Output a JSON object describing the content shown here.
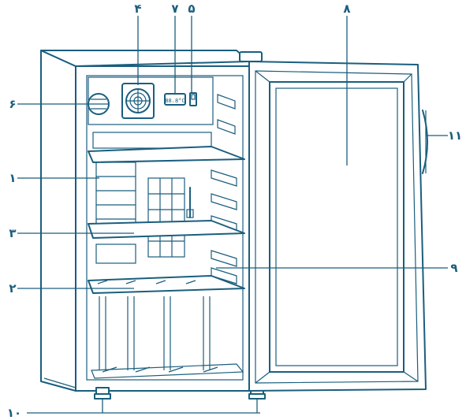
{
  "labels": {
    "c1": "١",
    "c2": "٢",
    "c3": "٣",
    "c4": "۴",
    "c5": "۵",
    "c6": "۶",
    "c7": "٧",
    "c8": "٨",
    "c9": "٩",
    "c10": "١٠",
    "c11": "١١"
  },
  "control_text": "88.8°C",
  "colors": {
    "line": "#1a5e7e",
    "background": "#ffffff"
  },
  "icons": [
    "fan-icon",
    "vent-icon",
    "control-panel",
    "light-switch"
  ]
}
